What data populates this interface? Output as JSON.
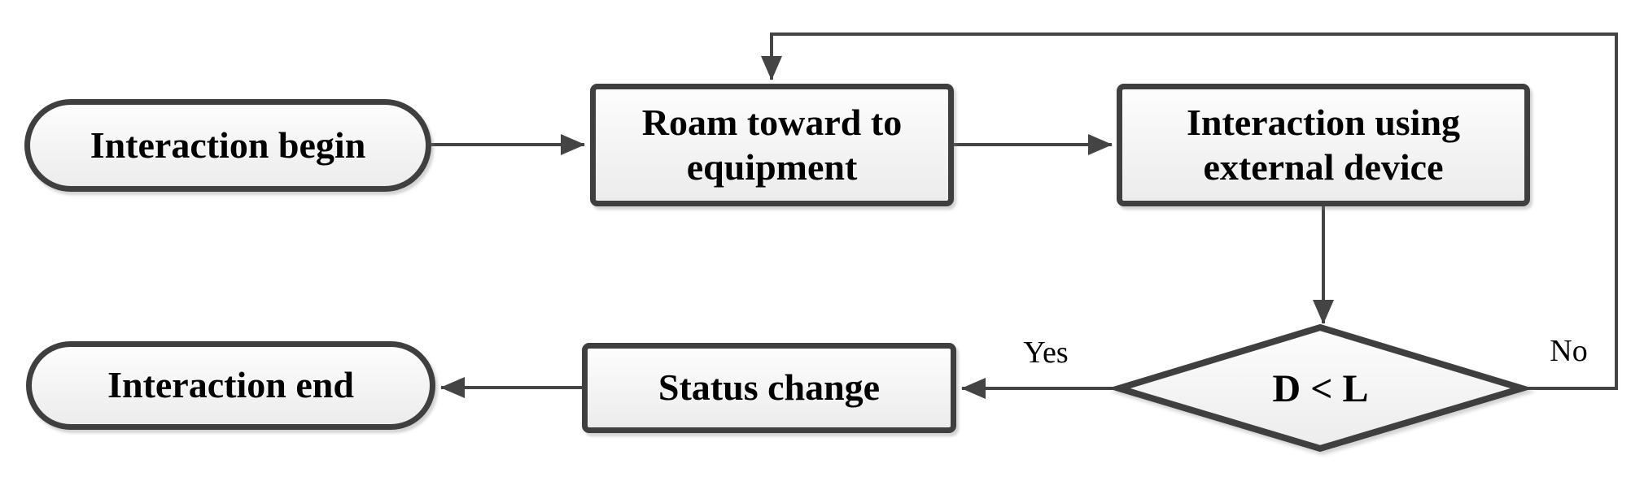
{
  "diagram": {
    "type": "flowchart",
    "background": "#ffffff",
    "colors": {
      "node_border": "#3f3f3f",
      "connector": "#444444",
      "node_fill_top": "#fdfdfd",
      "node_fill_bottom": "#ececec",
      "text": "#000000"
    },
    "nodes": {
      "begin": {
        "shape": "terminator",
        "label": "Interaction begin"
      },
      "roam": {
        "shape": "process",
        "label": "Roam toward to equipment",
        "line1": "Roam toward to",
        "line2": "equipment"
      },
      "external": {
        "shape": "process",
        "label": "Interaction using external device",
        "line1": "Interaction using",
        "line2": "external device"
      },
      "decision": {
        "shape": "decision",
        "label": "D < L"
      },
      "status": {
        "shape": "process",
        "label": "Status change"
      },
      "end": {
        "shape": "terminator",
        "label": "Interaction end"
      }
    },
    "edge_labels": {
      "yes": "Yes",
      "no": "No"
    },
    "edges": [
      {
        "from": "begin",
        "to": "roam",
        "label": ""
      },
      {
        "from": "roam",
        "to": "external",
        "label": ""
      },
      {
        "from": "external",
        "to": "decision",
        "label": ""
      },
      {
        "from": "decision",
        "to": "status",
        "label": "Yes"
      },
      {
        "from": "status",
        "to": "end",
        "label": ""
      },
      {
        "from": "decision",
        "to": "roam",
        "label": "No"
      }
    ]
  }
}
